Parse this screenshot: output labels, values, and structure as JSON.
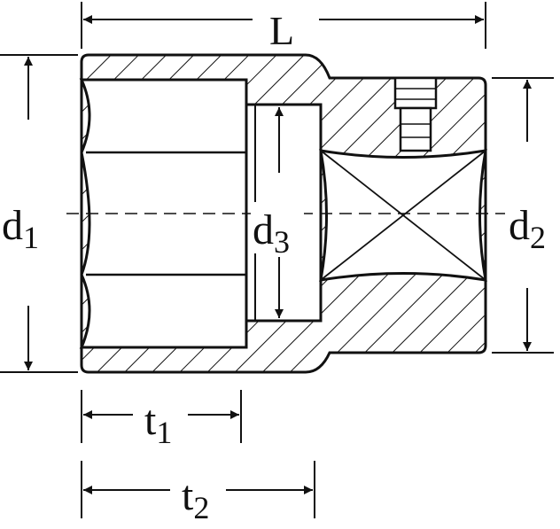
{
  "diagram": {
    "subject": "socket-cross-section",
    "labels": {
      "length": {
        "main": "L",
        "sub": ""
      },
      "outer_diameter_1": {
        "main": "d",
        "sub": "1"
      },
      "outer_diameter_2": {
        "main": "d",
        "sub": "2"
      },
      "inner_diameter_3": {
        "main": "d",
        "sub": "3"
      },
      "depth_1": {
        "main": "t",
        "sub": "1"
      },
      "depth_2": {
        "main": "t",
        "sub": "2"
      }
    },
    "colors": {
      "line": "#111111",
      "background": "#ffffff"
    }
  }
}
